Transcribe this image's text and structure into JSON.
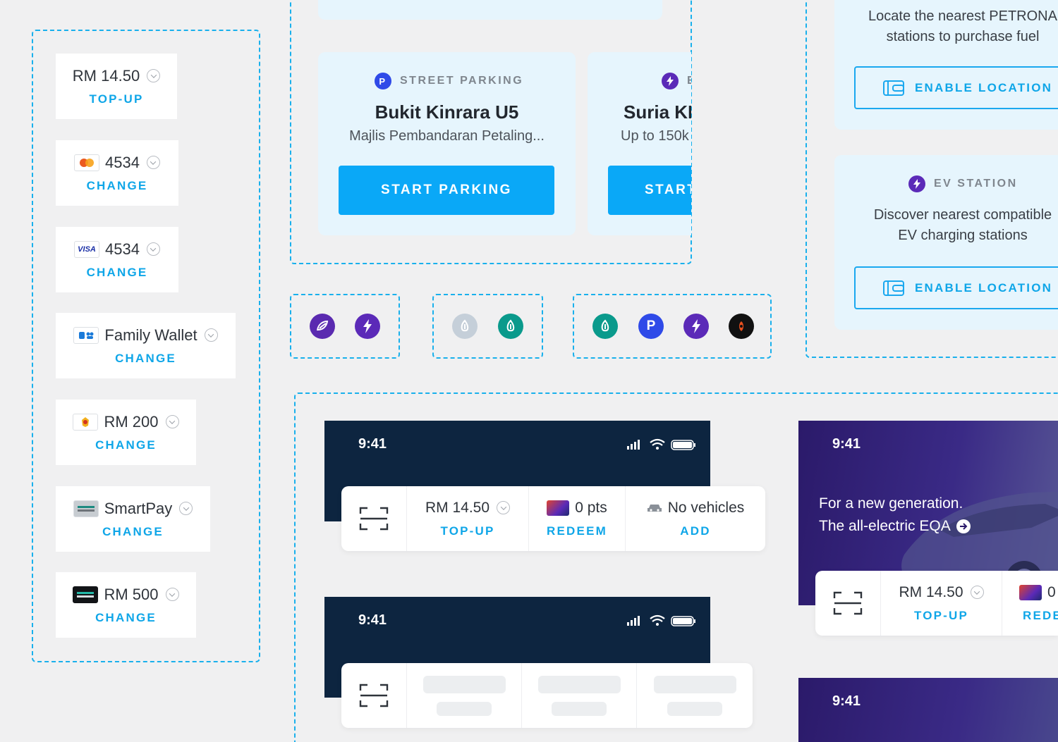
{
  "wallet": [
    {
      "value": "RM 14.50",
      "action": "TOP-UP",
      "icon": "none"
    },
    {
      "value": "4534",
      "action": "CHANGE",
      "icon": "mastercard-icon"
    },
    {
      "value": "4534",
      "action": "CHANGE",
      "icon": "visa-icon"
    },
    {
      "value": "Family Wallet",
      "action": "CHANGE",
      "icon": "family-wallet-icon"
    },
    {
      "value": "RM 200",
      "action": "CHANGE",
      "icon": "jata-icon"
    },
    {
      "value": "SmartPay",
      "action": "CHANGE",
      "icon": "smartpay-icon"
    },
    {
      "value": "RM 500",
      "action": "CHANGE",
      "icon": "smartpay-dark-icon"
    }
  ],
  "parking": [
    {
      "category": "STREET PARKING",
      "title": "Bukit Kinrara U5",
      "subtitle": "Majlis Pembandaran Petaling...",
      "button": "START PARKING",
      "badge": "P"
    },
    {
      "category": "E",
      "title": "Suria KL",
      "subtitle": "Up to 150k",
      "button": "START"
    }
  ],
  "visa_text": "VISA",
  "stations": {
    "petrol_text": "Locate the nearest PETRONAS stations to purchase fuel",
    "petrol_line1": "Locate the nearest PETRONA",
    "petrol_line2": "stations to purchase fuel",
    "enable_location": "ENABLE LOCATION",
    "ev_label": "EV STATION",
    "ev_line1": "Discover nearest compatible",
    "ev_line2": "EV charging stations"
  },
  "brand_p_text": "P",
  "phones": {
    "time": "9:41",
    "bar": {
      "balance": "RM 14.50",
      "balance_action": "TOP-UP",
      "points": "0 pts",
      "points_action": "REDEEM",
      "vehicles": "No vehicles",
      "vehicles_action": "ADD"
    },
    "promo_line1": "For a new generation.",
    "promo_line2": "The all-electric EQA",
    "promo_bar": {
      "balance": "RM 14.50",
      "balance_action": "TOP-UP",
      "points": "0",
      "points_action": "REDE"
    }
  },
  "colors": {
    "accent": "#0fa6e8",
    "navy": "#0d2540",
    "purple": "#2e1a6e",
    "ev": "#5b2ab8",
    "teal": "#0a9a8c",
    "parking": "#2f4ae8"
  }
}
